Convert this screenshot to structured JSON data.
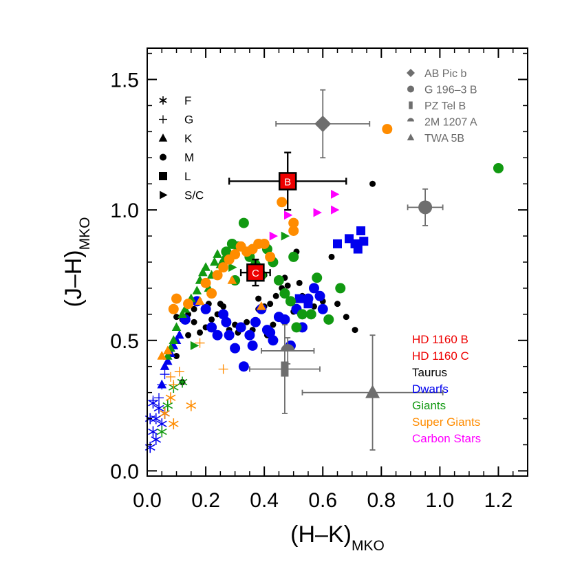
{
  "chart_data": {
    "type": "scatter",
    "xlabel": "(H–K)",
    "xlabel_sub": "MKO",
    "ylabel": "(J–H)",
    "ylabel_sub": "MKO",
    "xlim": [
      0.0,
      1.3
    ],
    "ylim": [
      -0.02,
      1.62
    ],
    "xticks": [
      0.0,
      0.2,
      0.4,
      0.6,
      0.8,
      1.0,
      1.2
    ],
    "xtick_labels": [
      "0.0",
      "0.2",
      "0.4",
      "0.6",
      "0.8",
      "1.0",
      "1.2"
    ],
    "yticks": [
      0.0,
      0.5,
      1.0,
      1.5
    ],
    "ytick_labels": [
      "0.0",
      "0.5",
      "1.0",
      "1.5"
    ],
    "grid": false,
    "colors": {
      "taurus": "#000000",
      "dwarfs": "#0000ee",
      "giants": "#119911",
      "super_giants": "#ff8c00",
      "carbon": "#ff00ff",
      "hd": "#ee0000",
      "comparison": "#6e6e6e"
    },
    "shape_legend": {
      "placement": "top-left",
      "entries": [
        {
          "label": "F",
          "marker": "asterisk"
        },
        {
          "label": "G",
          "marker": "plus"
        },
        {
          "label": "K",
          "marker": "triangle"
        },
        {
          "label": "M",
          "marker": "circle"
        },
        {
          "label": "L",
          "marker": "square"
        },
        {
          "label": "S/C",
          "marker": "triangle-right"
        }
      ]
    },
    "comparison_legend": {
      "placement": "top-right",
      "entries": [
        {
          "label": "AB Pic b",
          "marker": "diamond"
        },
        {
          "label": "G 196–3 B",
          "marker": "circle"
        },
        {
          "label": "PZ Tel B",
          "marker": "rect"
        },
        {
          "label": "2M 1207 A",
          "marker": "half-circle"
        },
        {
          "label": "TWA 5B",
          "marker": "triangle"
        }
      ]
    },
    "color_legend": {
      "placement": "lower-right",
      "entries": [
        {
          "label": "HD 1160 B",
          "color": "#ee0000"
        },
        {
          "label": "HD 1160 C",
          "color": "#ee0000"
        },
        {
          "label": "Taurus",
          "color": "#000000"
        },
        {
          "label": "Dwarfs",
          "color": "#0000ee"
        },
        {
          "label": "Giants",
          "color": "#119911"
        },
        {
          "label": "Super Giants",
          "color": "#ff8c00"
        },
        {
          "label": "Carbon Stars",
          "color": "#ff00ff"
        }
      ]
    },
    "targets": [
      {
        "name": "HD 1160 B",
        "label": "B",
        "x": 0.48,
        "y": 1.11,
        "xerr": 0.2,
        "yerr": 0.11
      },
      {
        "name": "HD 1160 C",
        "label": "C",
        "x": 0.37,
        "y": 0.76,
        "xerr": 0.05,
        "yerr": 0.05
      }
    ],
    "comparison_objects": [
      {
        "name": "AB Pic b",
        "marker": "diamond",
        "x": 0.6,
        "y": 1.33,
        "xerr": 0.16,
        "yerr": 0.13
      },
      {
        "name": "G 196–3 B",
        "marker": "circle",
        "x": 0.95,
        "y": 1.01,
        "xerr": 0.06,
        "yerr": 0.07
      },
      {
        "name": "PZ Tel B",
        "marker": "rect",
        "x": 0.47,
        "y": 0.39,
        "xerr": 0.12,
        "yerr": 0.17
      },
      {
        "name": "2M 1207 A",
        "marker": "half-circle",
        "x": 0.48,
        "y": 0.46,
        "xerr": 0.09,
        "yerr": 0.05
      },
      {
        "name": "TWA 5B",
        "marker": "triangle",
        "x": 0.77,
        "y": 0.3,
        "xerr": 0.24,
        "yerr": 0.22
      }
    ],
    "series": [
      {
        "name": "Taurus",
        "group": "taurus",
        "points": [
          [
            0.1,
            0.59,
            "circle"
          ],
          [
            0.12,
            0.58,
            "circle"
          ],
          [
            0.14,
            0.6,
            "circle"
          ],
          [
            0.16,
            0.57,
            "circle"
          ],
          [
            0.18,
            0.53,
            "circle"
          ],
          [
            0.2,
            0.55,
            "circle"
          ],
          [
            0.22,
            0.58,
            "circle"
          ],
          [
            0.24,
            0.6,
            "circle"
          ],
          [
            0.25,
            0.64,
            "circle"
          ],
          [
            0.27,
            0.57,
            "circle"
          ],
          [
            0.28,
            0.54,
            "circle"
          ],
          [
            0.3,
            0.56,
            "circle"
          ],
          [
            0.31,
            0.53,
            "circle"
          ],
          [
            0.32,
            0.55,
            "circle"
          ],
          [
            0.34,
            0.57,
            "circle"
          ],
          [
            0.36,
            0.54,
            "circle"
          ],
          [
            0.38,
            0.66,
            "circle"
          ],
          [
            0.4,
            0.63,
            "circle"
          ],
          [
            0.41,
            0.52,
            "circle"
          ],
          [
            0.42,
            0.64,
            "circle"
          ],
          [
            0.43,
            0.56,
            "circle"
          ],
          [
            0.44,
            0.67,
            "circle"
          ],
          [
            0.45,
            0.59,
            "circle"
          ],
          [
            0.46,
            0.7,
            "circle"
          ],
          [
            0.47,
            0.74,
            "circle"
          ],
          [
            0.48,
            0.71,
            "circle"
          ],
          [
            0.49,
            0.65,
            "circle"
          ],
          [
            0.5,
            0.61,
            "circle"
          ],
          [
            0.51,
            0.84,
            "circle"
          ],
          [
            0.52,
            0.72,
            "circle"
          ],
          [
            0.53,
            0.67,
            "circle"
          ],
          [
            0.55,
            0.66,
            "circle"
          ],
          [
            0.57,
            0.63,
            "circle"
          ],
          [
            0.6,
            0.65,
            "circle"
          ],
          [
            0.63,
            0.82,
            "circle"
          ],
          [
            0.65,
            0.64,
            "circle"
          ],
          [
            0.68,
            0.59,
            "circle"
          ],
          [
            0.71,
            0.54,
            "circle"
          ],
          [
            0.77,
            1.1,
            "circle"
          ],
          [
            0.1,
            0.44,
            "circle"
          ],
          [
            0.14,
            0.52,
            "circle"
          ],
          [
            0.16,
            0.62,
            "circle"
          ],
          [
            0.21,
            0.64,
            "circle"
          ],
          [
            0.26,
            0.63,
            "circle"
          ],
          [
            0.12,
            0.34,
            "circle"
          ],
          [
            0.38,
            0.62,
            "circle"
          ],
          [
            0.4,
            0.75,
            "circle"
          ]
        ]
      },
      {
        "name": "Dwarfs",
        "group": "dwarfs",
        "points": [
          [
            0.2,
            0.62,
            "circle"
          ],
          [
            0.22,
            0.55,
            "circle"
          ],
          [
            0.24,
            0.52,
            "circle"
          ],
          [
            0.26,
            0.6,
            "circle"
          ],
          [
            0.28,
            0.52,
            "circle"
          ],
          [
            0.3,
            0.47,
            "circle"
          ],
          [
            0.32,
            0.55,
            "circle"
          ],
          [
            0.33,
            0.4,
            "circle"
          ],
          [
            0.35,
            0.52,
            "circle"
          ],
          [
            0.37,
            0.57,
            "circle"
          ],
          [
            0.39,
            0.62,
            "circle"
          ],
          [
            0.41,
            0.54,
            "circle"
          ],
          [
            0.43,
            0.5,
            "circle"
          ],
          [
            0.45,
            0.59,
            "circle"
          ],
          [
            0.47,
            0.58,
            "circle"
          ],
          [
            0.49,
            0.48,
            "circle"
          ],
          [
            0.51,
            0.62,
            "circle"
          ],
          [
            0.53,
            0.55,
            "circle"
          ],
          [
            0.55,
            0.66,
            "circle"
          ],
          [
            0.57,
            0.7,
            "circle"
          ],
          [
            0.59,
            0.67,
            "circle"
          ],
          [
            0.6,
            0.62,
            "circle"
          ],
          [
            0.17,
            0.65,
            "circle"
          ],
          [
            0.13,
            0.58,
            "circle"
          ],
          [
            0.36,
            0.48,
            "circle"
          ],
          [
            0.42,
            0.53,
            "circle"
          ],
          [
            0.27,
            0.57,
            "circle"
          ],
          [
            0.52,
            0.66,
            "square"
          ],
          [
            0.55,
            0.64,
            "square"
          ],
          [
            0.65,
            0.87,
            "square"
          ],
          [
            0.69,
            0.89,
            "square"
          ],
          [
            0.71,
            0.87,
            "square"
          ],
          [
            0.73,
            0.92,
            "square"
          ],
          [
            0.74,
            0.88,
            "square"
          ],
          [
            0.72,
            0.85,
            "square"
          ],
          [
            0.01,
            0.09,
            "asterisk"
          ],
          [
            0.02,
            0.15,
            "asterisk"
          ],
          [
            0.03,
            0.2,
            "asterisk"
          ],
          [
            0.04,
            0.24,
            "asterisk"
          ],
          [
            0.05,
            0.18,
            "asterisk"
          ],
          [
            0.03,
            0.12,
            "asterisk"
          ],
          [
            0.06,
            0.22,
            "asterisk"
          ],
          [
            0.02,
            0.26,
            "asterisk"
          ],
          [
            0.01,
            0.2,
            "asterisk"
          ],
          [
            0.04,
            0.28,
            "plus"
          ],
          [
            0.05,
            0.33,
            "plus"
          ],
          [
            0.06,
            0.37,
            "plus"
          ],
          [
            0.02,
            0.27,
            "plus"
          ],
          [
            0.07,
            0.42,
            "triangle"
          ],
          [
            0.08,
            0.45,
            "triangle"
          ],
          [
            0.09,
            0.48,
            "triangle"
          ],
          [
            0.1,
            0.5,
            "triangle"
          ],
          [
            0.11,
            0.52,
            "triangle"
          ],
          [
            0.05,
            0.33,
            "triangle"
          ],
          [
            0.06,
            0.4,
            "triangle"
          ]
        ]
      },
      {
        "name": "Giants",
        "group": "giants",
        "points": [
          [
            0.18,
            0.73,
            "triangle"
          ],
          [
            0.19,
            0.76,
            "triangle"
          ],
          [
            0.2,
            0.78,
            "triangle"
          ],
          [
            0.21,
            0.7,
            "triangle"
          ],
          [
            0.22,
            0.75,
            "triangle"
          ],
          [
            0.23,
            0.8,
            "triangle"
          ],
          [
            0.24,
            0.83,
            "triangle"
          ],
          [
            0.25,
            0.79,
            "triangle"
          ],
          [
            0.26,
            0.81,
            "triangle"
          ],
          [
            0.15,
            0.66,
            "triangle"
          ],
          [
            0.13,
            0.62,
            "triangle"
          ],
          [
            0.12,
            0.6,
            "triangle"
          ],
          [
            0.1,
            0.55,
            "triangle"
          ],
          [
            0.09,
            0.5,
            "triangle"
          ],
          [
            0.08,
            0.47,
            "triangle"
          ],
          [
            0.07,
            0.44,
            "triangle"
          ],
          [
            0.17,
            0.69,
            "triangle"
          ],
          [
            0.27,
            0.84,
            "circle"
          ],
          [
            0.29,
            0.87,
            "circle"
          ],
          [
            0.31,
            0.86,
            "circle"
          ],
          [
            0.33,
            0.95,
            "circle"
          ],
          [
            0.35,
            0.82,
            "circle"
          ],
          [
            0.37,
            0.79,
            "circle"
          ],
          [
            0.39,
            0.75,
            "circle"
          ],
          [
            0.41,
            0.85,
            "circle"
          ],
          [
            0.43,
            0.8,
            "circle"
          ],
          [
            0.45,
            0.73,
            "circle"
          ],
          [
            0.47,
            0.68,
            "circle"
          ],
          [
            0.49,
            0.65,
            "circle"
          ],
          [
            0.51,
            0.55,
            "circle"
          ],
          [
            0.53,
            0.6,
            "circle"
          ],
          [
            0.56,
            0.6,
            "circle"
          ],
          [
            0.58,
            0.74,
            "circle"
          ],
          [
            0.62,
            0.58,
            "circle"
          ],
          [
            0.66,
            0.7,
            "circle"
          ],
          [
            0.5,
            0.82,
            "circle"
          ],
          [
            0.28,
            0.82,
            "circle"
          ],
          [
            0.3,
            0.73,
            "circle"
          ],
          [
            1.2,
            1.16,
            "circle"
          ],
          [
            0.29,
            0.78,
            "triangle-right"
          ],
          [
            0.47,
            0.9,
            "triangle-right"
          ],
          [
            0.16,
            0.48,
            "triangle-right"
          ],
          [
            0.12,
            0.34,
            "asterisk"
          ],
          [
            0.05,
            0.15,
            "asterisk"
          ],
          [
            0.07,
            0.25,
            "asterisk"
          ],
          [
            0.09,
            0.32,
            "asterisk"
          ]
        ]
      },
      {
        "name": "Super Giants",
        "group": "super_giants",
        "points": [
          [
            0.1,
            0.66,
            "circle"
          ],
          [
            0.14,
            0.64,
            "circle"
          ],
          [
            0.2,
            0.72,
            "circle"
          ],
          [
            0.24,
            0.75,
            "circle"
          ],
          [
            0.26,
            0.78,
            "circle"
          ],
          [
            0.28,
            0.81,
            "circle"
          ],
          [
            0.3,
            0.83,
            "circle"
          ],
          [
            0.32,
            0.86,
            "circle"
          ],
          [
            0.34,
            0.84,
            "circle"
          ],
          [
            0.36,
            0.85,
            "circle"
          ],
          [
            0.38,
            0.87,
            "circle"
          ],
          [
            0.4,
            0.87,
            "circle"
          ],
          [
            0.42,
            0.82,
            "circle"
          ],
          [
            0.46,
            1.03,
            "circle"
          ],
          [
            0.5,
            0.92,
            "circle"
          ],
          [
            0.5,
            0.95,
            "circle"
          ],
          [
            0.82,
            1.31,
            "circle"
          ],
          [
            0.09,
            0.62,
            "circle"
          ],
          [
            0.22,
            0.68,
            "circle"
          ],
          [
            0.05,
            0.44,
            "triangle"
          ],
          [
            0.07,
            0.46,
            "triangle"
          ],
          [
            0.18,
            0.65,
            "triangle"
          ],
          [
            0.29,
            0.73,
            "triangle"
          ],
          [
            0.39,
            0.63,
            "triangle"
          ],
          [
            0.08,
            0.36,
            "plus"
          ],
          [
            0.18,
            0.49,
            "plus"
          ],
          [
            0.26,
            0.39,
            "plus"
          ],
          [
            0.09,
            0.33,
            "plus"
          ],
          [
            0.11,
            0.38,
            "plus"
          ],
          [
            0.15,
            0.25,
            "asterisk"
          ],
          [
            0.09,
            0.18,
            "asterisk"
          ],
          [
            0.06,
            0.22,
            "asterisk"
          ],
          [
            0.08,
            0.28,
            "asterisk"
          ]
        ]
      },
      {
        "name": "Carbon Stars",
        "group": "carbon",
        "points": [
          [
            0.43,
            0.9,
            "triangle-right"
          ],
          [
            0.48,
            0.98,
            "triangle-right"
          ],
          [
            0.58,
            0.99,
            "triangle-right"
          ],
          [
            0.64,
            1.0,
            "triangle-right"
          ],
          [
            0.64,
            1.06,
            "triangle-right"
          ]
        ]
      }
    ]
  }
}
